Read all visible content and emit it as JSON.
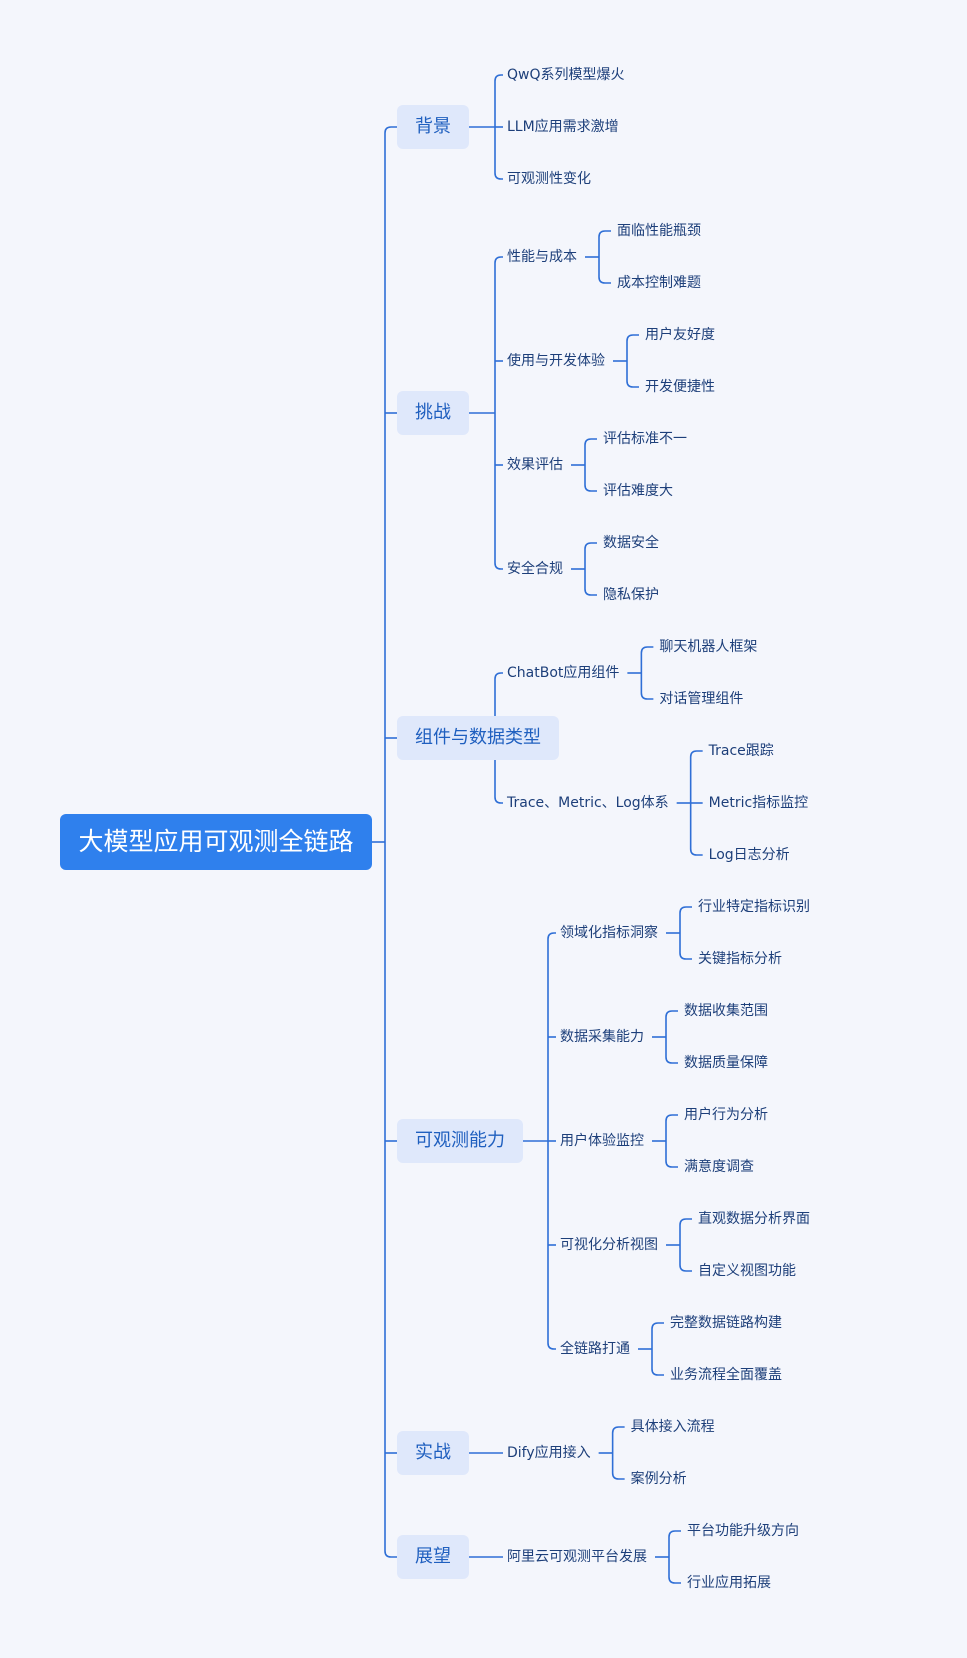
{
  "root": "大模型应用可观测全链路",
  "colors": {
    "background": "#f4f6fc",
    "root_fill": "#2f80ed",
    "branch_fill": "#dfe8fb",
    "branch_text": "#1f5fbf",
    "leaf_text": "#1d3f7a",
    "line": "#2f6fd6"
  },
  "branches": [
    {
      "label": "背景",
      "children": [
        {
          "label": "QwQ系列模型爆火"
        },
        {
          "label": "LLM应用需求激增"
        },
        {
          "label": "可观测性变化"
        }
      ]
    },
    {
      "label": "挑战",
      "children": [
        {
          "label": "性能与成本",
          "children": [
            {
              "label": "面临性能瓶颈"
            },
            {
              "label": "成本控制难题"
            }
          ]
        },
        {
          "label": "使用与开发体验",
          "children": [
            {
              "label": "用户友好度"
            },
            {
              "label": "开发便捷性"
            }
          ]
        },
        {
          "label": "效果评估",
          "children": [
            {
              "label": "评估标准不一"
            },
            {
              "label": "评估难度大"
            }
          ]
        },
        {
          "label": "安全合规",
          "children": [
            {
              "label": "数据安全"
            },
            {
              "label": "隐私保护"
            }
          ]
        }
      ]
    },
    {
      "label": "组件与数据类型",
      "children": [
        {
          "label": "ChatBot应用组件",
          "children": [
            {
              "label": "聊天机器人框架"
            },
            {
              "label": "对话管理组件"
            }
          ]
        },
        {
          "label": "Trace、Metric、Log体系",
          "children": [
            {
              "label": "Trace跟踪"
            },
            {
              "label": "Metric指标监控"
            },
            {
              "label": "Log日志分析"
            }
          ]
        }
      ]
    },
    {
      "label": "可观测能力",
      "children": [
        {
          "label": "领域化指标洞察",
          "children": [
            {
              "label": "行业特定指标识别"
            },
            {
              "label": "关键指标分析"
            }
          ]
        },
        {
          "label": "数据采集能力",
          "children": [
            {
              "label": "数据收集范围"
            },
            {
              "label": "数据质量保障"
            }
          ]
        },
        {
          "label": "用户体验监控",
          "children": [
            {
              "label": "用户行为分析"
            },
            {
              "label": "满意度调查"
            }
          ]
        },
        {
          "label": "可视化分析视图",
          "children": [
            {
              "label": "直观数据分析界面"
            },
            {
              "label": "自定义视图功能"
            }
          ]
        },
        {
          "label": "全链路打通",
          "children": [
            {
              "label": "完整数据链路构建"
            },
            {
              "label": "业务流程全面覆盖"
            }
          ]
        }
      ]
    },
    {
      "label": "实战",
      "children": [
        {
          "label": "Dify应用接入",
          "children": [
            {
              "label": "具体接入流程"
            },
            {
              "label": "案例分析"
            }
          ]
        }
      ]
    },
    {
      "label": "展望",
      "children": [
        {
          "label": "阿里云可观测平台发展",
          "children": [
            {
              "label": "平台功能升级方向"
            },
            {
              "label": "行业应用拓展"
            }
          ]
        }
      ]
    }
  ]
}
